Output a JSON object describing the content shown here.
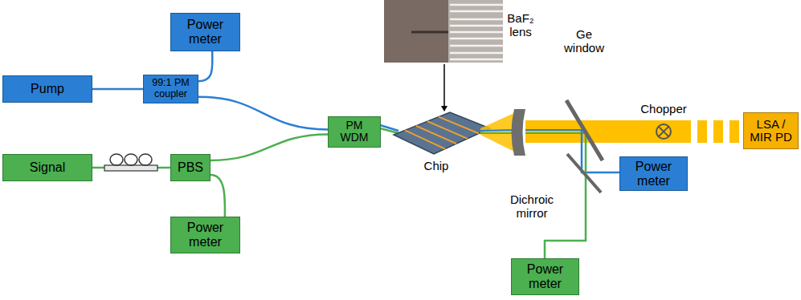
{
  "diagram": {
    "nodes": [
      {
        "text": [
          "Pump"
        ]
      },
      {
        "text": [
          "99:1 PM coupler"
        ]
      },
      {
        "text": [
          "Power meter"
        ]
      },
      {
        "text": [
          "PM WDM"
        ]
      },
      {
        "text": [
          "Signal"
        ]
      },
      {
        "text": [
          "PBS"
        ]
      },
      {
        "text": [
          "Power meter"
        ]
      },
      {
        "text": [
          "LSA / MIR PD"
        ]
      },
      {
        "text": [
          "Power meter"
        ]
      },
      {
        "text": [
          "Power meter"
        ]
      }
    ],
    "edges": [
      {
        "from": 0,
        "to": 1,
        "arrow": "none"
      },
      {
        "from": 1,
        "to": 2,
        "arrow": "none"
      },
      {
        "from": 1,
        "to": 3,
        "arrow": "none"
      },
      {
        "from": 4,
        "to": 5,
        "arrow": "none"
      },
      {
        "from": 5,
        "to": 3,
        "arrow": "none"
      },
      {
        "from": 5,
        "to": 6,
        "arrow": "none"
      }
    ],
    "labels": [
      "Chip",
      "BaF₂ lens",
      "Ge window",
      "Chopper",
      "Dichroic mirror"
    ]
  }
}
